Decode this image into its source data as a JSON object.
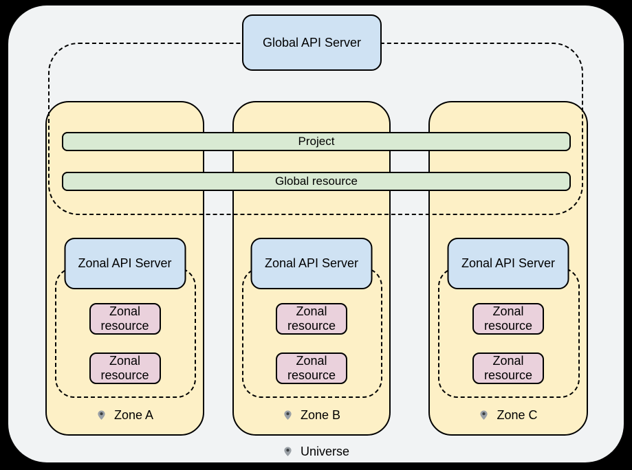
{
  "diagram": {
    "global_api_server_label": "Global API Server",
    "project_bar_label": "Project",
    "global_resource_bar_label": "Global resource",
    "zones": [
      {
        "name": "Zone A",
        "api_server": "Zonal API Server",
        "resources": [
          "Zonal resource",
          "Zonal resource"
        ]
      },
      {
        "name": "Zone B",
        "api_server": "Zonal API Server",
        "resources": [
          "Zonal resource",
          "Zonal resource"
        ]
      },
      {
        "name": "Zone C",
        "api_server": "Zonal API Server",
        "resources": [
          "Zonal resource",
          "Zonal resource"
        ]
      }
    ],
    "universe_label": "Universe"
  },
  "colors": {
    "page_background": "#000000",
    "universe_fill": "#f1f3f4",
    "zone_fill": "#fdf0c6",
    "api_server_fill": "#cfe2f3",
    "bar_fill": "#d9ead3",
    "resource_fill": "#ead1dc",
    "outline": "#000000",
    "pin_body": "#9aa0a6",
    "pin_dot": "#3c4043"
  }
}
